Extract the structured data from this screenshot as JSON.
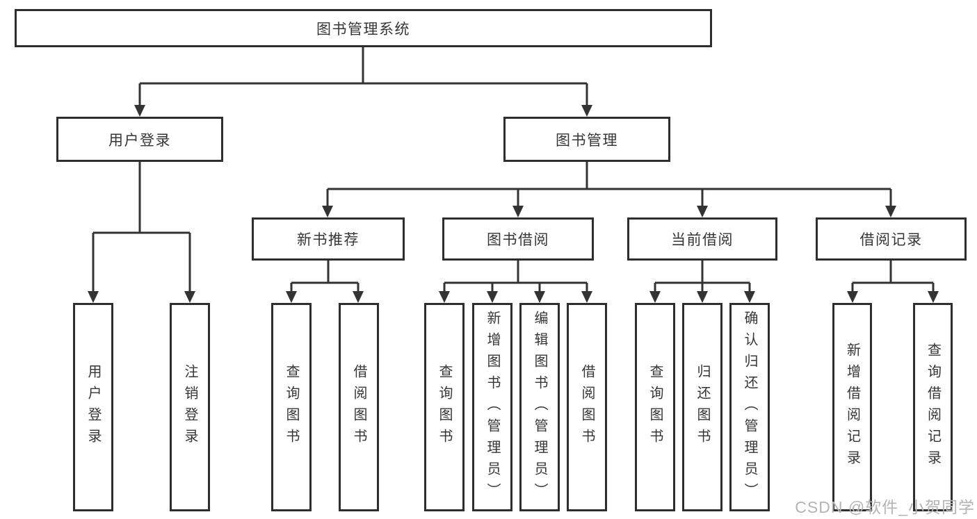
{
  "diagram": {
    "root": {
      "label": "图书管理系统"
    },
    "level2": [
      {
        "label": "用户登录"
      },
      {
        "label": "图书管理"
      }
    ],
    "level3": [
      {
        "label": "新书推荐"
      },
      {
        "label": "图书借阅"
      },
      {
        "label": "当前借阅"
      },
      {
        "label": "借阅记录"
      }
    ],
    "leaves": {
      "user_login": [
        {
          "label": "用户登录"
        },
        {
          "label": "注销登录"
        }
      ],
      "new_books": [
        {
          "label": "查询图书"
        },
        {
          "label": "借阅图书"
        }
      ],
      "book_borrow": [
        {
          "label": "查询图书"
        },
        {
          "label": "新增图书（管理员）"
        },
        {
          "label": "编辑图书（管理员）"
        },
        {
          "label": "借阅图书"
        }
      ],
      "current_borrow": [
        {
          "label": "查询图书"
        },
        {
          "label": "归还图书"
        },
        {
          "label": "确认归还（管理员）"
        }
      ],
      "borrow_records": [
        {
          "label": "新增借阅记录"
        },
        {
          "label": "查询借阅记录"
        }
      ]
    }
  },
  "watermark": {
    "text": "CSDN @软件_小贺同学"
  },
  "colors": {
    "line": "#333333",
    "box_border": "#2e2e2e",
    "text": "#363636",
    "watermark": "#b4b4b4",
    "background": "#ffffff"
  }
}
